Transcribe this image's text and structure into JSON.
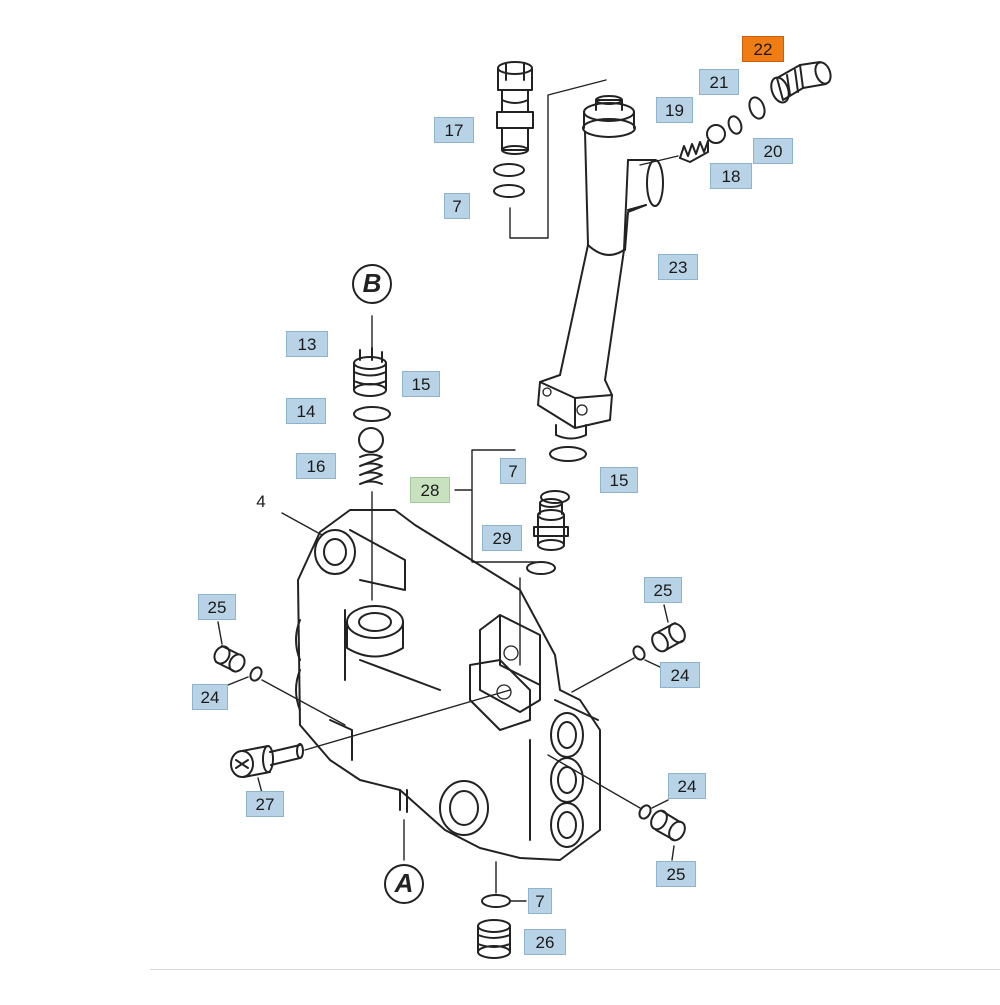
{
  "diagram": {
    "labels": {
      "l17": "17",
      "l7a": "7",
      "l22": "22",
      "l21": "21",
      "l19": "19",
      "l20": "20",
      "l18": "18",
      "l23": "23",
      "l13": "13",
      "l15a": "15",
      "l14": "14",
      "l16": "16",
      "l7b": "7",
      "l15b": "15",
      "l28": "28",
      "l29": "29",
      "l4": "4",
      "l25a": "25",
      "l25b": "25",
      "l24a": "24",
      "l24b": "24",
      "l27": "27",
      "l24c": "24",
      "l25c": "25",
      "l7c": "7",
      "l26": "26"
    },
    "callouts": {
      "a": "A",
      "b": "B"
    },
    "colors": {
      "label_bg": "#b8d2e6",
      "highlight_bg": "#f07d14",
      "group_bg": "#c8e2c0"
    }
  }
}
